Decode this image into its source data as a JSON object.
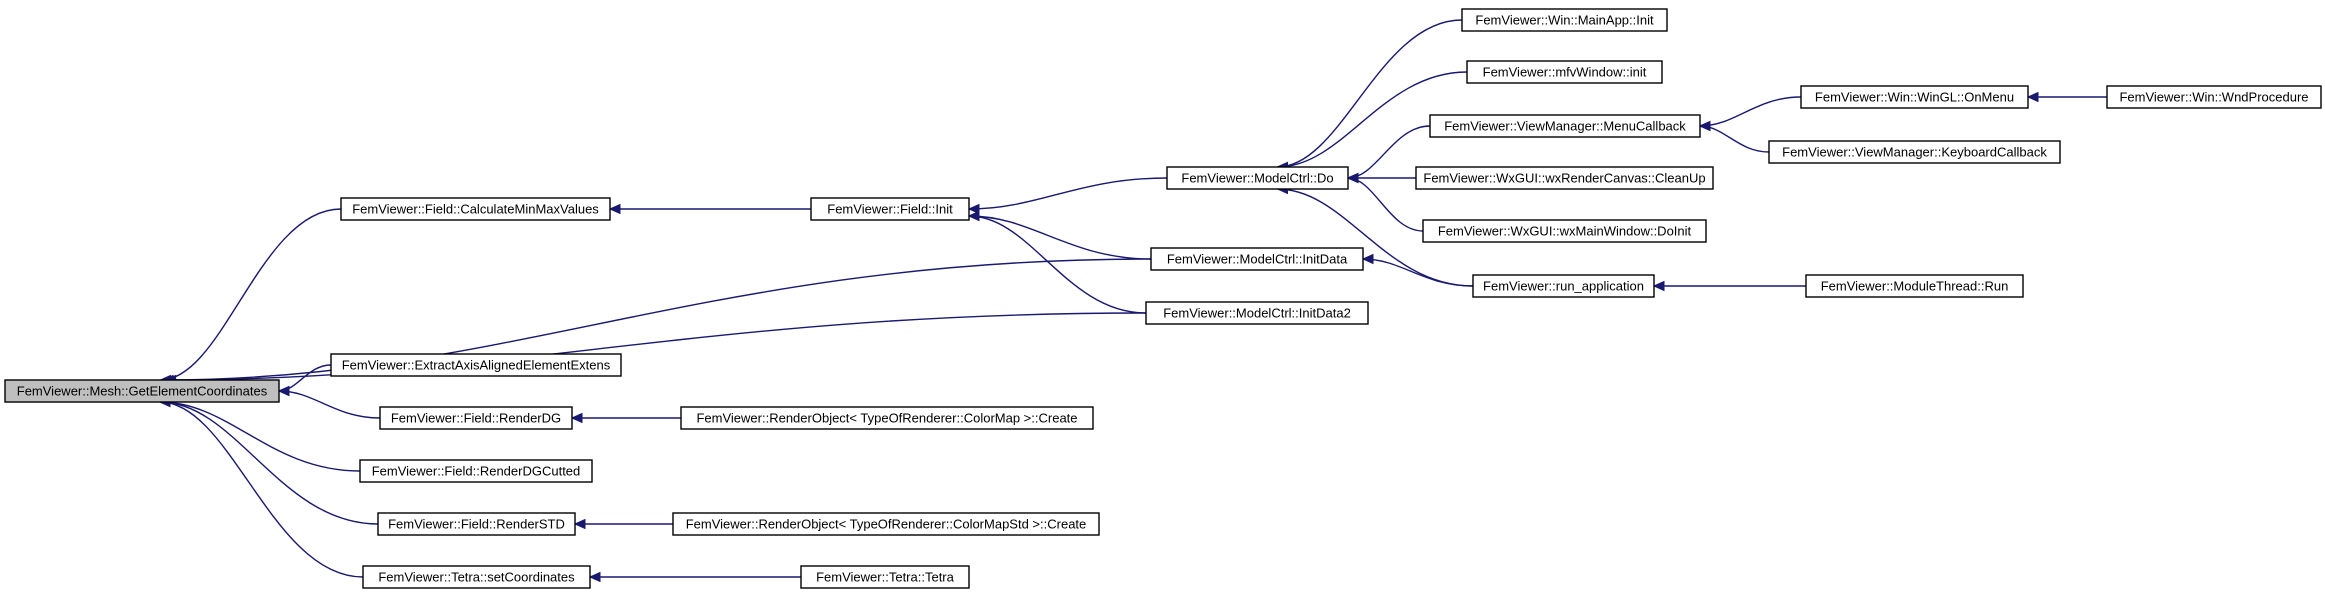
{
  "nodes": [
    {
      "id": "root",
      "label": "FemViewer::Mesh::GetElementCoordinates",
      "root": true
    },
    {
      "id": "calcminmax",
      "label": "FemViewer::Field::CalculateMinMaxValues"
    },
    {
      "id": "extract",
      "label": "FemViewer::ExtractAxisAlignedElementExtens"
    },
    {
      "id": "renderdg",
      "label": "FemViewer::Field::RenderDG"
    },
    {
      "id": "renderdgc",
      "label": "FemViewer::Field::RenderDGCutted"
    },
    {
      "id": "renderstd",
      "label": "FemViewer::Field::RenderSTD"
    },
    {
      "id": "setcoords",
      "label": "FemViewer::Tetra::setCoordinates"
    },
    {
      "id": "fieldinit",
      "label": "FemViewer::Field::Init"
    },
    {
      "id": "cmapcreate",
      "label": "FemViewer::RenderObject< TypeOfRenderer::ColorMap >::Create"
    },
    {
      "id": "cmapstdcreate",
      "label": "FemViewer::RenderObject< TypeOfRenderer::ColorMapStd >::Create"
    },
    {
      "id": "tetra",
      "label": "FemViewer::Tetra::Tetra"
    },
    {
      "id": "mcdo",
      "label": "FemViewer::ModelCtrl::Do"
    },
    {
      "id": "initdata",
      "label": "FemViewer::ModelCtrl::InitData"
    },
    {
      "id": "initdata2",
      "label": "FemViewer::ModelCtrl::InitData2"
    },
    {
      "id": "mainapp",
      "label": "FemViewer::Win::MainApp::Init"
    },
    {
      "id": "mfvinit",
      "label": "FemViewer::mfvWindow::init"
    },
    {
      "id": "menucb",
      "label": "FemViewer::ViewManager::MenuCallback"
    },
    {
      "id": "cleanup",
      "label": "FemViewer::WxGUI::wxRenderCanvas::CleanUp"
    },
    {
      "id": "doinit",
      "label": "FemViewer::WxGUI::wxMainWindow::DoInit"
    },
    {
      "id": "runapp",
      "label": "FemViewer::run_application"
    },
    {
      "id": "onmenu",
      "label": "FemViewer::Win::WinGL::OnMenu"
    },
    {
      "id": "kbcb",
      "label": "FemViewer::ViewManager::KeyboardCallback"
    },
    {
      "id": "modrun",
      "label": "FemViewer::ModuleThread::Run"
    },
    {
      "id": "wndproc",
      "label": "FemViewer::Win::WndProcedure"
    }
  ],
  "edges": [
    {
      "from": "calcminmax",
      "to": "root"
    },
    {
      "from": "initdata",
      "to": "root"
    },
    {
      "from": "initdata2",
      "to": "root"
    },
    {
      "from": "extract",
      "to": "root"
    },
    {
      "from": "renderdg",
      "to": "root"
    },
    {
      "from": "renderdgc",
      "to": "root"
    },
    {
      "from": "renderstd",
      "to": "root"
    },
    {
      "from": "setcoords",
      "to": "root"
    },
    {
      "from": "fieldinit",
      "to": "calcminmax"
    },
    {
      "from": "mcdo",
      "to": "fieldinit"
    },
    {
      "from": "initdata",
      "to": "fieldinit"
    },
    {
      "from": "initdata2",
      "to": "fieldinit"
    },
    {
      "from": "cmapcreate",
      "to": "renderdg"
    },
    {
      "from": "cmapstdcreate",
      "to": "renderstd"
    },
    {
      "from": "tetra",
      "to": "setcoords"
    },
    {
      "from": "mainapp",
      "to": "mcdo"
    },
    {
      "from": "mfvinit",
      "to": "mcdo"
    },
    {
      "from": "menucb",
      "to": "mcdo"
    },
    {
      "from": "cleanup",
      "to": "mcdo"
    },
    {
      "from": "doinit",
      "to": "mcdo"
    },
    {
      "from": "runapp",
      "to": "mcdo"
    },
    {
      "from": "runapp",
      "to": "initdata"
    },
    {
      "from": "onmenu",
      "to": "menucb"
    },
    {
      "from": "kbcb",
      "to": "menucb"
    },
    {
      "from": "wndproc",
      "to": "onmenu"
    },
    {
      "from": "modrun",
      "to": "runapp"
    }
  ],
  "colors": {
    "edge": "#191970",
    "node_border": "#000000",
    "node_fill": "#ffffff",
    "root_fill": "#bfbfbf"
  }
}
